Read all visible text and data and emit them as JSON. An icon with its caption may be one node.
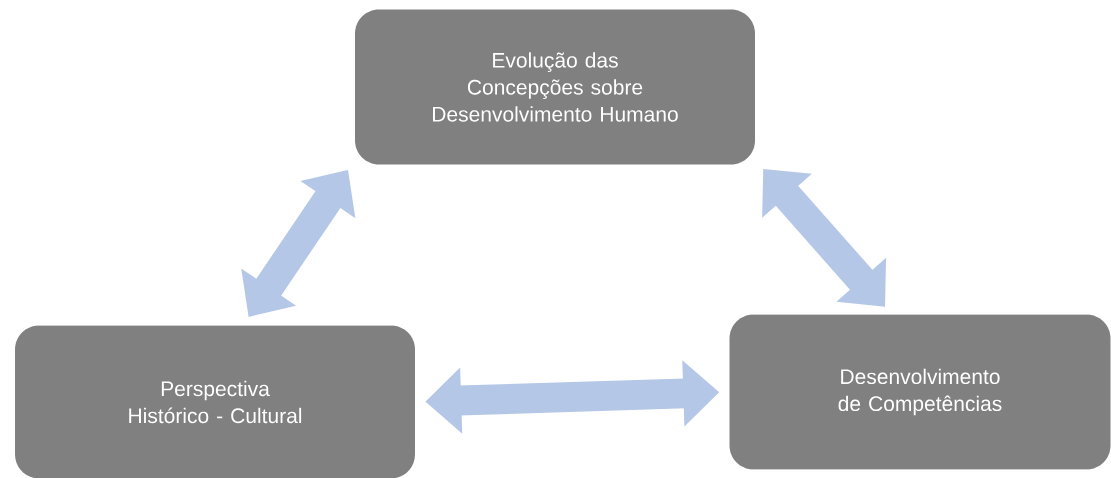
{
  "diagram": {
    "nodes": [
      {
        "text": [
          "Evolução das Concepções sobre Desenvolvimento Humano"
        ]
      },
      {
        "text": [
          "Perspectiva Histórico - Cultural"
        ]
      },
      {
        "text": [
          "Desenvolvimento de Competências"
        ]
      }
    ],
    "edges": [
      {
        "from": 0,
        "to": 1,
        "arrow": "both"
      },
      {
        "from": 0,
        "to": 2,
        "arrow": "both"
      },
      {
        "from": 1,
        "to": 2,
        "arrow": "both"
      }
    ]
  }
}
